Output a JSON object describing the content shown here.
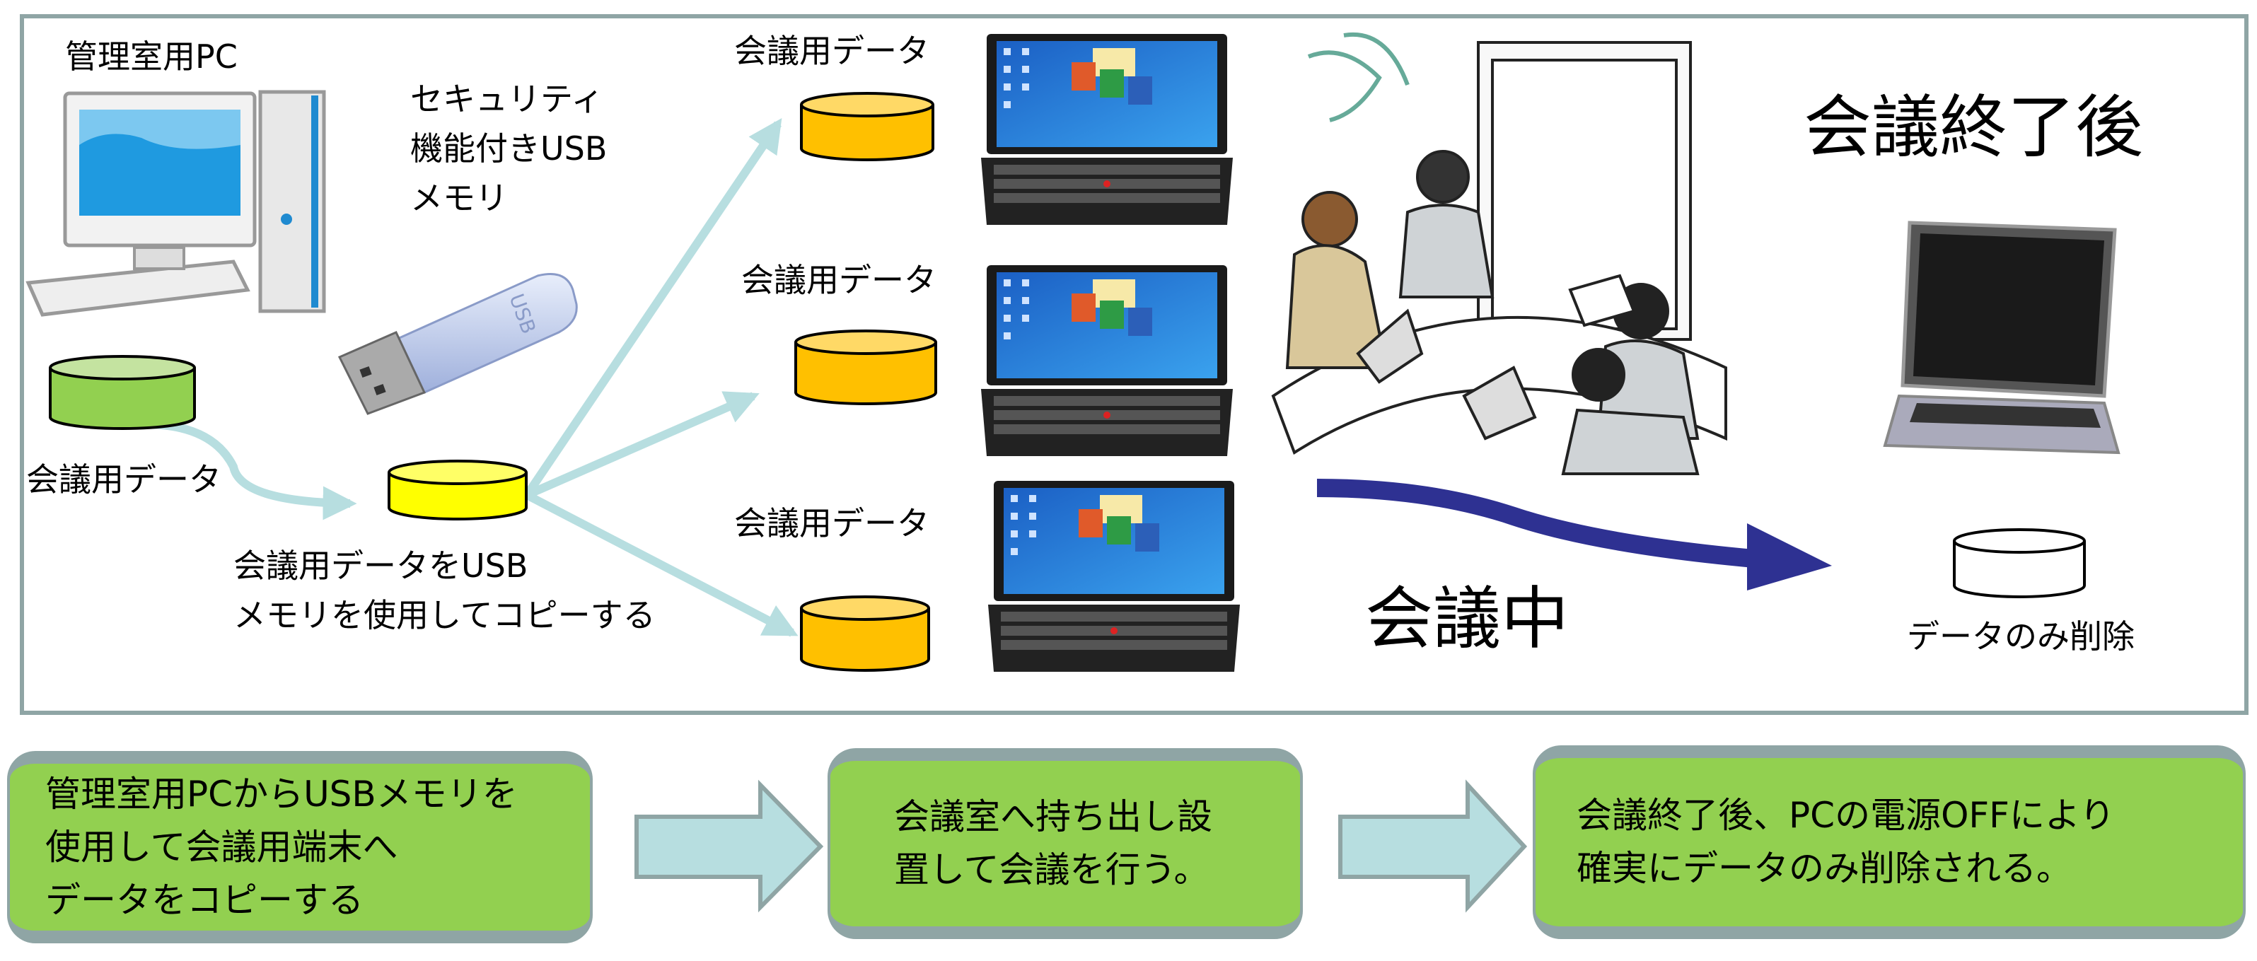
{
  "diagram": {
    "pc_label": "管理室用PC",
    "usb_label_lines": [
      "セキュリティ",
      "機能付きUSB",
      "メモリ"
    ],
    "usb_icon_text": "USB",
    "source_data_label": "会議用データ",
    "copy_caption_lines": [
      "会議用データをUSB",
      "メモリを使用してコピーする"
    ],
    "terminal_data_labels": [
      "会議用データ",
      "会議用データ",
      "会議用データ"
    ],
    "after_meeting_title": "会議終了後",
    "during_meeting_label": "会議中",
    "deleted_label": "データのみ削除"
  },
  "steps": [
    {
      "lines": [
        "管理室用PCからUSBメモリを",
        "使用して会議用端末へ",
        "データをコピーする"
      ]
    },
    {
      "lines": [
        "会議室へ持ち出し設",
        "置して会議を行う。"
      ]
    },
    {
      "lines": [
        "会議終了後、PCの電源OFFにより",
        "確実にデータのみ削除される。"
      ]
    }
  ],
  "colors": {
    "frame": "#8fa5a5",
    "step_box": "#92d050",
    "flow_arrow": "#b7dee0",
    "meeting_arrow": "#2e3192",
    "source_cylinder": "#92d050",
    "usb_cylinder": "#ffff00",
    "terminal_cylinder": "#ffc000"
  }
}
